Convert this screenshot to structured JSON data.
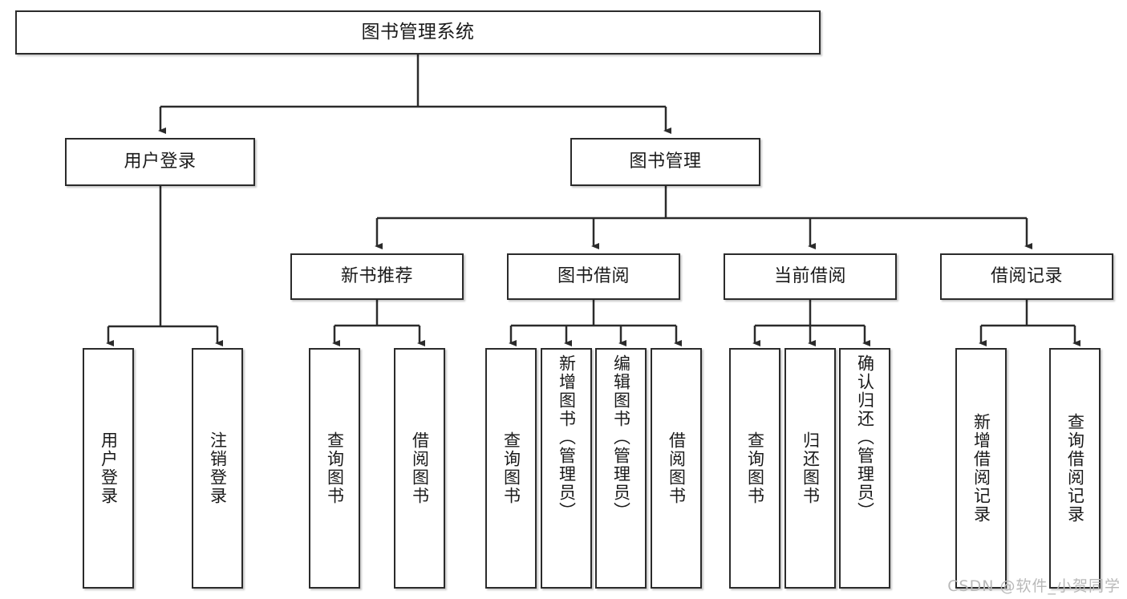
{
  "diagram": {
    "title": "图书管理系统",
    "type": "tree-hierarchy",
    "watermark": "CSDN @软件_小贺同学",
    "colors": {
      "box_border": "#2b2b2b",
      "box_fill": "#ffffff",
      "connector": "#2b2b2b",
      "text": "#1a1a1a",
      "watermark": "#b9b9b9"
    }
  },
  "nodes": {
    "root": {
      "label": "图书管理系统"
    },
    "level2": [
      {
        "id": "user-login",
        "label": "用户登录"
      },
      {
        "id": "book-management",
        "label": "图书管理"
      }
    ],
    "level3": [
      {
        "id": "new-book-recommend",
        "label": "新书推荐"
      },
      {
        "id": "book-borrow",
        "label": "图书借阅"
      },
      {
        "id": "current-borrow",
        "label": "当前借阅"
      },
      {
        "id": "borrow-record",
        "label": "借阅记录"
      }
    ],
    "leaves": {
      "user_login": [
        {
          "id": "leaf-user-login",
          "label": "用户登录"
        },
        {
          "id": "leaf-logout-login",
          "label": "注销登录"
        }
      ],
      "new_book_recommend": [
        {
          "id": "leaf-query-book-1",
          "label": "查询图书"
        },
        {
          "id": "leaf-borrow-book-1",
          "label": "借阅图书"
        }
      ],
      "book_borrow": [
        {
          "id": "leaf-query-book-2",
          "label": "查询图书"
        },
        {
          "id": "leaf-add-book",
          "label": "新增图书（管理员）"
        },
        {
          "id": "leaf-edit-book",
          "label": "编辑图书（管理员）"
        },
        {
          "id": "leaf-borrow-book-2",
          "label": "借阅图书"
        }
      ],
      "current_borrow": [
        {
          "id": "leaf-query-book-3",
          "label": "查询图书"
        },
        {
          "id": "leaf-return-book",
          "label": "归还图书"
        },
        {
          "id": "leaf-confirm-return",
          "label": "确认归还（管理员）"
        }
      ],
      "borrow_record": [
        {
          "id": "leaf-add-record",
          "label": "新增借阅记录"
        },
        {
          "id": "leaf-query-record",
          "label": "查询借阅记录"
        }
      ]
    }
  }
}
